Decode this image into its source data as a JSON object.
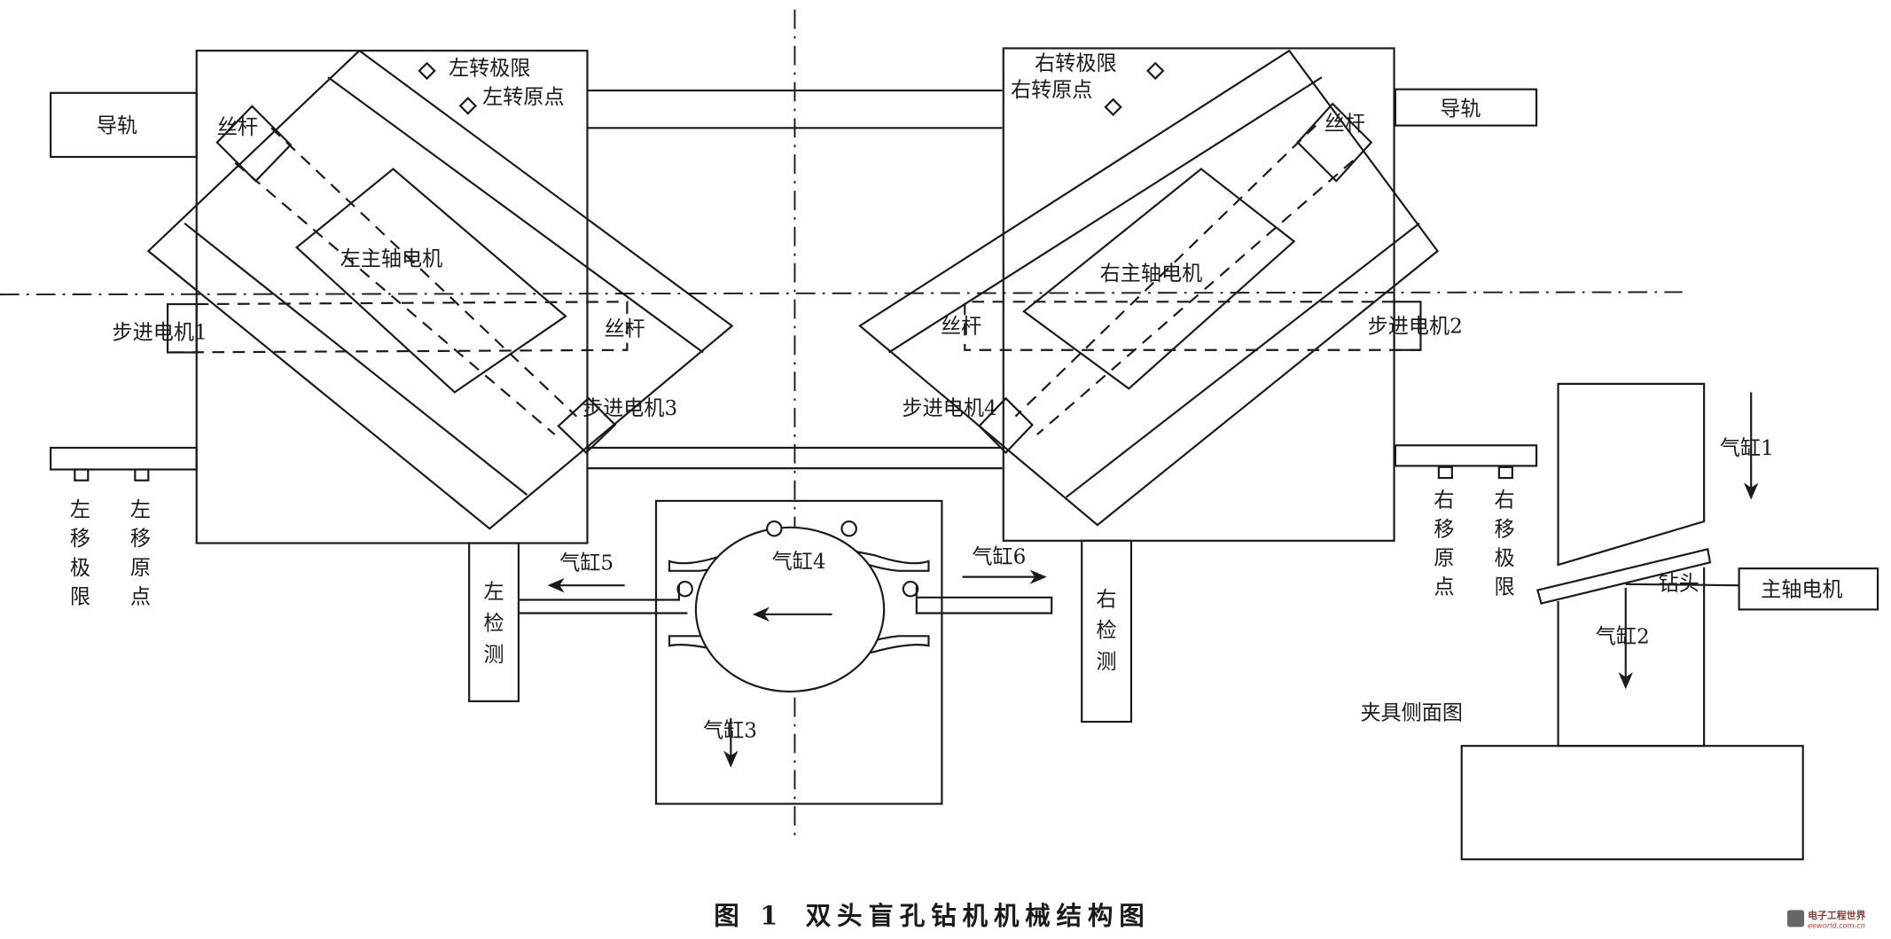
{
  "caption": {
    "figure_number": "图 1",
    "title": "双头盲孔钻机机械结构图"
  },
  "left_unit": {
    "guide_rail": "导轨",
    "lead_screw_top": "丝杆",
    "lead_screw_right": "丝杆",
    "rotate_limit": "左转极限",
    "rotate_origin": "左转原点",
    "spindle_motor": "左主轴电机",
    "stepper_motor_1": "步进电机1",
    "stepper_motor_3": "步进电机3",
    "move_limit": [
      "左",
      "移",
      "极",
      "限"
    ],
    "move_origin": [
      "左",
      "移",
      "原",
      "点"
    ],
    "detector": [
      "左",
      "检",
      "测"
    ]
  },
  "right_unit": {
    "guide_rail": "导轨",
    "lead_screw_top": "丝杆",
    "lead_screw_left": "丝杆",
    "rotate_limit": "右转极限",
    "rotate_origin": "右转原点",
    "spindle_motor": "右主轴电机",
    "stepper_motor_2": "步进电机2",
    "stepper_motor_4": "步进电机4",
    "move_origin": [
      "右",
      "移",
      "原",
      "点"
    ],
    "move_limit": [
      "右",
      "移",
      "极",
      "限"
    ],
    "detector": [
      "右",
      "检",
      "测"
    ]
  },
  "fixture": {
    "cylinder_3": "气缸3",
    "cylinder_4": "气缸4",
    "cylinder_5": "气缸5",
    "cylinder_6": "气缸6"
  },
  "side_view": {
    "title": "夹具侧面图",
    "cylinder_1": "气缸1",
    "cylinder_2": "气缸2",
    "drill_bit": "钻头",
    "spindle_motor": "主轴电机"
  },
  "watermark": {
    "brand": "电子工程世界",
    "site": "eeworld.com.cn"
  }
}
